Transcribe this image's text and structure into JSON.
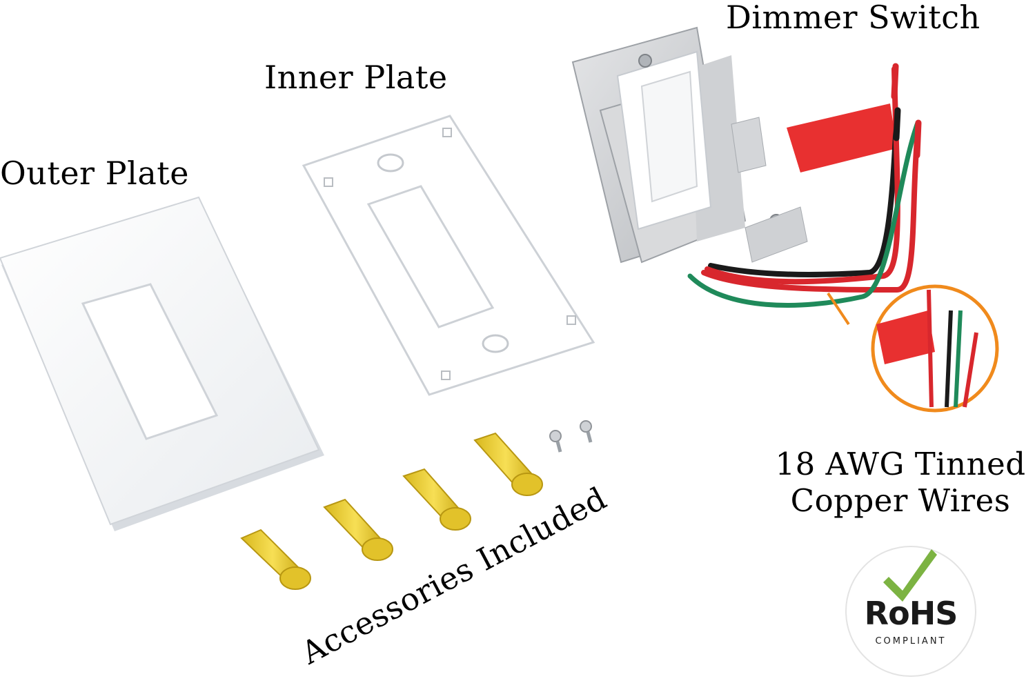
{
  "labels": {
    "outer_plate": "Outer Plate",
    "inner_plate": "Inner Plate",
    "dimmer_switch": "Dimmer Switch",
    "wires_line1": "18 AWG Tinned",
    "wires_line2": "Copper Wires",
    "accessories": "Accessories Included"
  },
  "badge": {
    "main": "RoHS",
    "sub": "COMPLIANT",
    "check_color": "#7cb342"
  },
  "colors": {
    "wire_red": "#d8272d",
    "wire_green": "#1f8a5a",
    "wire_black": "#1a1a1a",
    "callout_orange": "#f08a1c",
    "wire_nut_yellow": "#f0d23a"
  }
}
